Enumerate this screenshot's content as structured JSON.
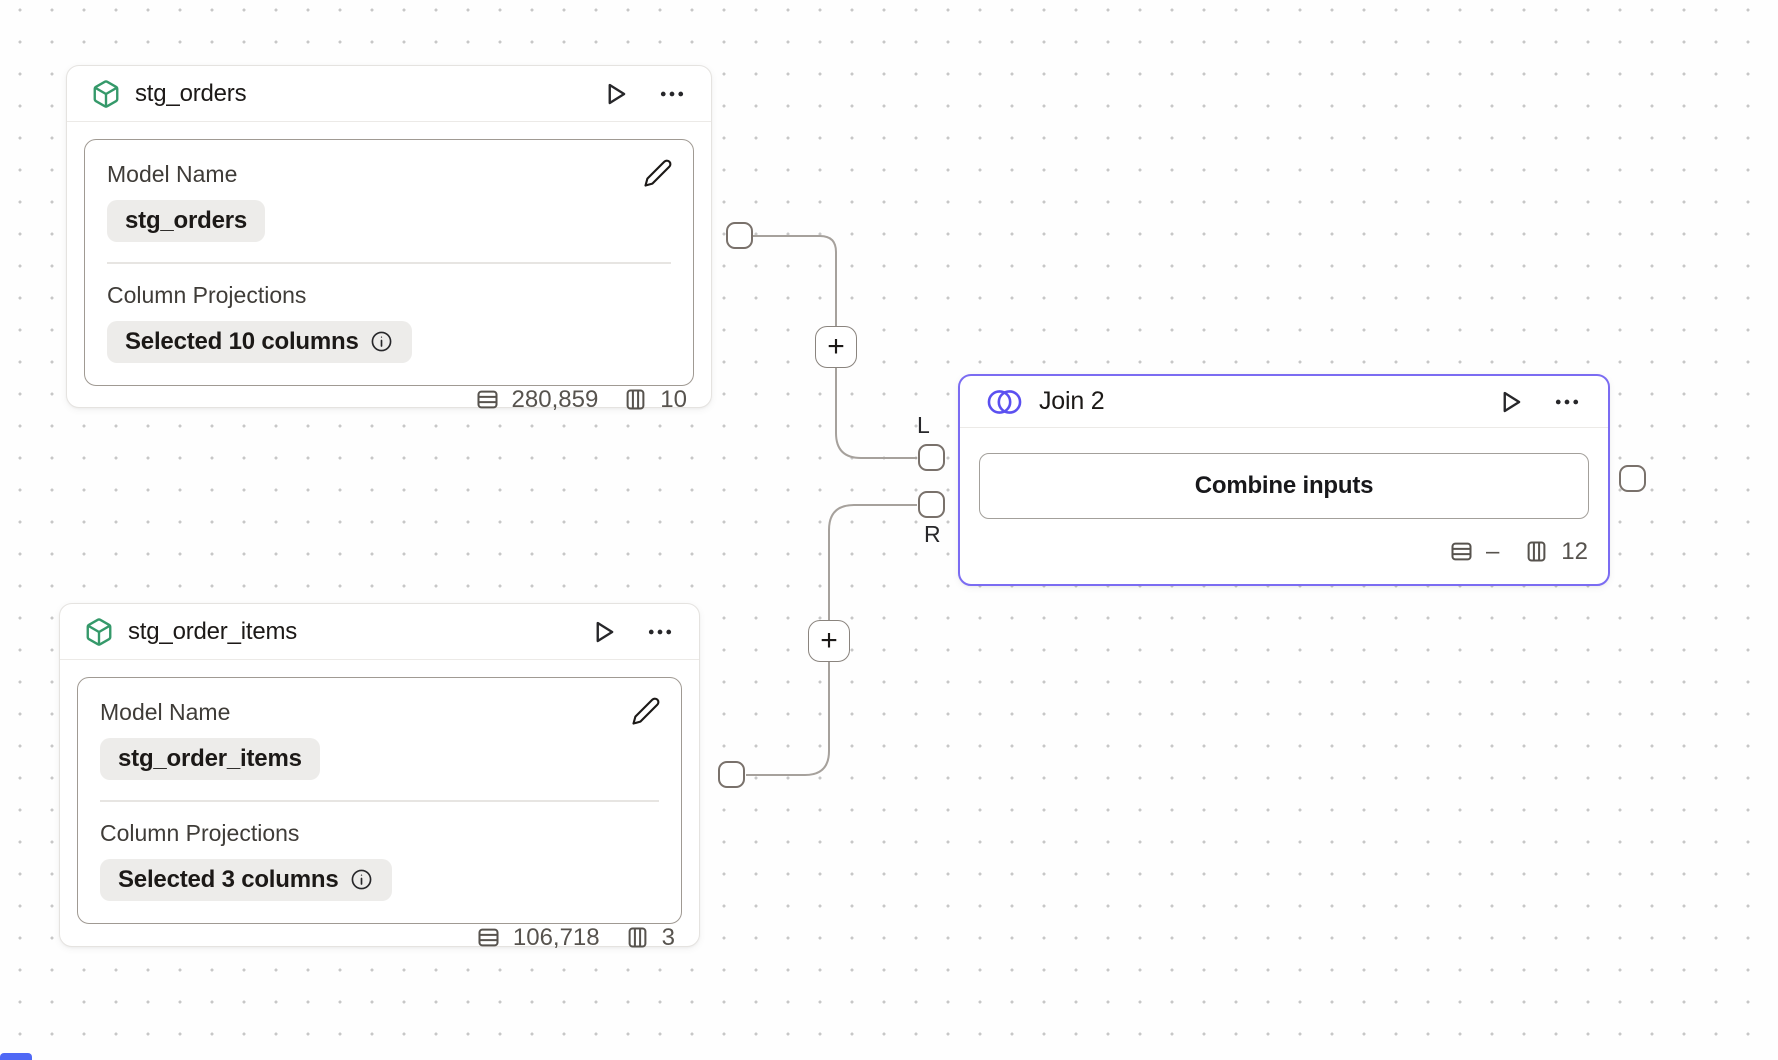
{
  "canvas": {
    "background_color": "#fefefe",
    "grid_dot_color": "#c7c7c7",
    "selection_accent_color": "#7b6cf2",
    "edge_color": "#a6a19c",
    "corner_partial_button_color": "#4f68f5"
  },
  "icons": {
    "model_header": "cube-icon",
    "join_header": "join-circles-icon",
    "run": "play-icon",
    "menu": "ellipsis-icon",
    "edit": "pencil-icon",
    "info": "info-circle-icon",
    "rows_stat": "table-rows-icon",
    "columns_stat": "table-columns-icon"
  },
  "nodes": [
    {
      "title": "stg_orders",
      "type": "model",
      "icon_color": "#35996a",
      "card": {
        "model_name_label": "Model Name",
        "model_name_value": "stg_orders",
        "column_projections_label": "Column Projections",
        "column_projections_value": "Selected 10 columns"
      },
      "stats": {
        "rows": "280,859",
        "columns": "10"
      }
    },
    {
      "title": "stg_order_items",
      "type": "model",
      "icon_color": "#35996a",
      "card": {
        "model_name_label": "Model Name",
        "model_name_value": "stg_order_items",
        "column_projections_label": "Column Projections",
        "column_projections_value": "Selected 3 columns"
      },
      "stats": {
        "rows": "106,718",
        "columns": "3"
      }
    },
    {
      "title": "Join 2",
      "type": "join",
      "icon_color": "#5b50f0",
      "selected": true,
      "body_button_label": "Combine inputs",
      "input_port_labels": {
        "left": "L",
        "right": "R"
      },
      "stats": {
        "rows": "–",
        "columns": "12"
      }
    }
  ],
  "edges": [
    {
      "from": "stg_orders",
      "to": "Join 2",
      "to_port": "L",
      "add_button_label": "+"
    },
    {
      "from": "stg_order_items",
      "to": "Join 2",
      "to_port": "R",
      "add_button_label": "+"
    }
  ]
}
